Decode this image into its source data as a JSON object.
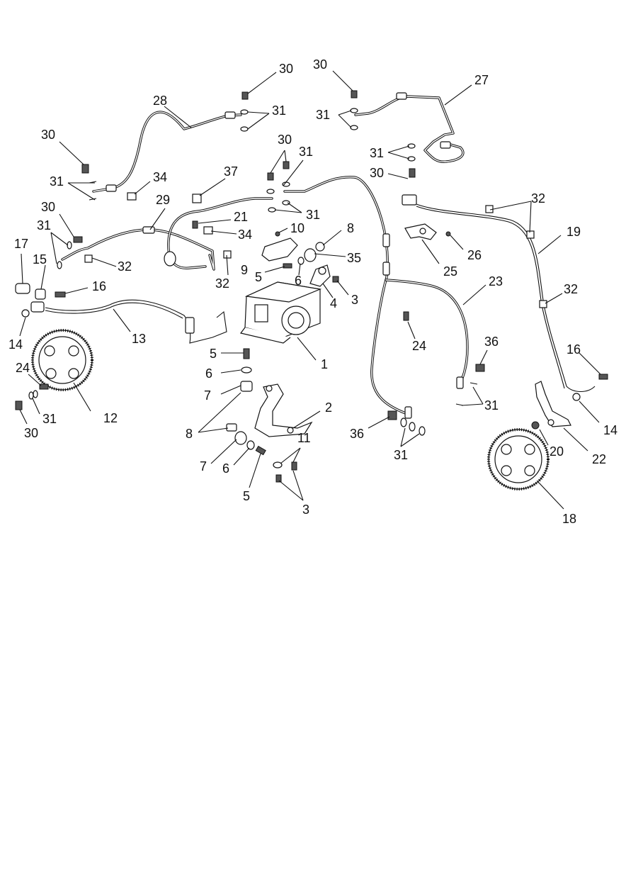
{
  "diagram": {
    "callouts": [
      {
        "id": "c1",
        "label": "1"
      },
      {
        "id": "c2",
        "label": "2"
      },
      {
        "id": "c3a",
        "label": "3"
      },
      {
        "id": "c3b",
        "label": "3"
      },
      {
        "id": "c4",
        "label": "4"
      },
      {
        "id": "c5a",
        "label": "5"
      },
      {
        "id": "c5b",
        "label": "5"
      },
      {
        "id": "c5c",
        "label": "5"
      },
      {
        "id": "c6a",
        "label": "6"
      },
      {
        "id": "c6b",
        "label": "6"
      },
      {
        "id": "c6c",
        "label": "6"
      },
      {
        "id": "c7a",
        "label": "7"
      },
      {
        "id": "c7b",
        "label": "7"
      },
      {
        "id": "c8a",
        "label": "8"
      },
      {
        "id": "c8b",
        "label": "8"
      },
      {
        "id": "c9",
        "label": "9"
      },
      {
        "id": "c10",
        "label": "10"
      },
      {
        "id": "c11",
        "label": "11"
      },
      {
        "id": "c12",
        "label": "12"
      },
      {
        "id": "c13",
        "label": "13"
      },
      {
        "id": "c14a",
        "label": "14"
      },
      {
        "id": "c14b",
        "label": "14"
      },
      {
        "id": "c15",
        "label": "15"
      },
      {
        "id": "c16a",
        "label": "16"
      },
      {
        "id": "c16b",
        "label": "16"
      },
      {
        "id": "c17",
        "label": "17"
      },
      {
        "id": "c18",
        "label": "18"
      },
      {
        "id": "c19",
        "label": "19"
      },
      {
        "id": "c20",
        "label": "20"
      },
      {
        "id": "c21",
        "label": "21"
      },
      {
        "id": "c22",
        "label": "22"
      },
      {
        "id": "c23",
        "label": "23"
      },
      {
        "id": "c24a",
        "label": "24"
      },
      {
        "id": "c24b",
        "label": "24"
      },
      {
        "id": "c25",
        "label": "25"
      },
      {
        "id": "c26",
        "label": "26"
      },
      {
        "id": "c27",
        "label": "27"
      },
      {
        "id": "c28",
        "label": "28"
      },
      {
        "id": "c29",
        "label": "29"
      },
      {
        "id": "c30a",
        "label": "30"
      },
      {
        "id": "c30b",
        "label": "30"
      },
      {
        "id": "c30c",
        "label": "30"
      },
      {
        "id": "c30d",
        "label": "30"
      },
      {
        "id": "c30e",
        "label": "30"
      },
      {
        "id": "c30f",
        "label": "30"
      },
      {
        "id": "c30g",
        "label": "30"
      },
      {
        "id": "c31a",
        "label": "31"
      },
      {
        "id": "c31b",
        "label": "31"
      },
      {
        "id": "c31c",
        "label": "31"
      },
      {
        "id": "c31d",
        "label": "31"
      },
      {
        "id": "c31e",
        "label": "31"
      },
      {
        "id": "c31f",
        "label": "31"
      },
      {
        "id": "c31g",
        "label": "31"
      },
      {
        "id": "c31h",
        "label": "31"
      },
      {
        "id": "c31i",
        "label": "31"
      },
      {
        "id": "c31j",
        "label": "31"
      },
      {
        "id": "c32a",
        "label": "32"
      },
      {
        "id": "c32b",
        "label": "32"
      },
      {
        "id": "c32c",
        "label": "32"
      },
      {
        "id": "c32d",
        "label": "32"
      },
      {
        "id": "c34a",
        "label": "34"
      },
      {
        "id": "c34b",
        "label": "34"
      },
      {
        "id": "c35",
        "label": "35"
      },
      {
        "id": "c36a",
        "label": "36"
      },
      {
        "id": "c36b",
        "label": "36"
      },
      {
        "id": "c37",
        "label": "37"
      }
    ]
  }
}
